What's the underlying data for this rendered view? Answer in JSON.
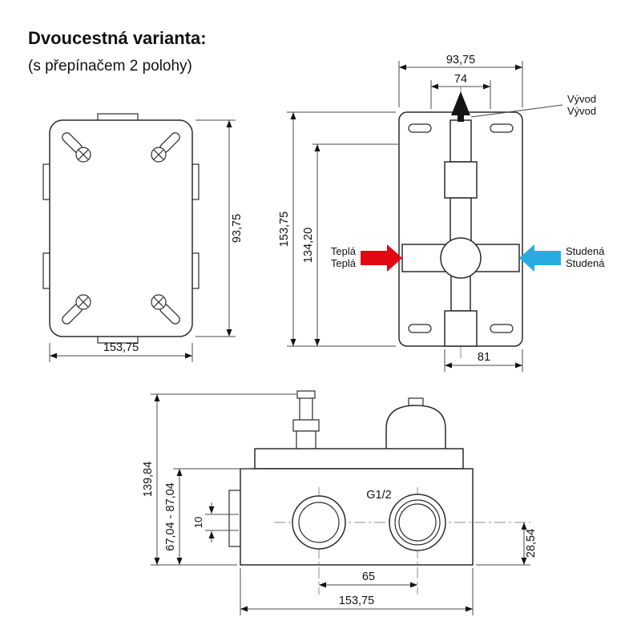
{
  "title": {
    "line1": "Dvoucestná varianta:",
    "line2": "(s přepínačem 2 polohy)"
  },
  "colors": {
    "hot": "#e30613",
    "cold": "#29abe2"
  },
  "front_view": {
    "dim_width": "153,75",
    "dim_height": "93,75"
  },
  "side_view": {
    "dim_plate_width": "93,75",
    "dim_outlet_offset": "74",
    "dim_plate_height": "153,75",
    "dim_inner_height": "134,20",
    "dim_depth": "81",
    "outlet_label": [
      "Vývod",
      "Vývod"
    ],
    "hot_label": [
      "Teplá",
      "Teplá"
    ],
    "cold_label": [
      "Studená",
      "Studená"
    ]
  },
  "bottom_view": {
    "dim_total_height": "139,84",
    "dim_install_depth": "67,04 - 87,04",
    "dim_offset": "10",
    "thread_label": "G1/2",
    "dim_port_spacing": "65",
    "dim_body_width": "153,75",
    "dim_port_height": "28,54"
  }
}
